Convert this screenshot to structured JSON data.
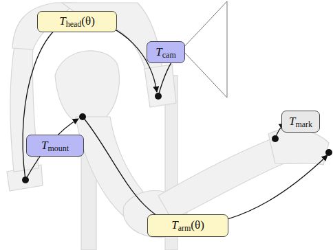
{
  "diagram": {
    "nodes": [
      {
        "text": [
          "Thead(θ)"
        ]
      },
      {
        "text": [
          "Tcam"
        ]
      },
      {
        "text": [
          "Tmount"
        ]
      },
      {
        "text": [
          "Tmark"
        ]
      },
      {
        "text": [
          "Tarm(θ)"
        ]
      }
    ]
  }
}
